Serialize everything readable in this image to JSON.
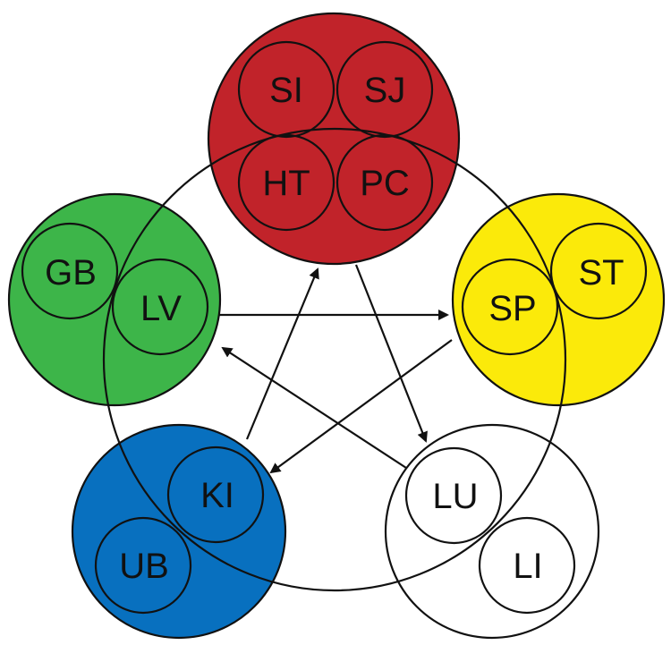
{
  "diagram": {
    "colors": {
      "fire": "#c1232a",
      "earth": "#fbea0a",
      "metal": "#ffffff",
      "water": "#0870bf",
      "wood": "#3db549",
      "stroke": "#111111"
    },
    "groups": {
      "fire": {
        "color_key": "fire",
        "organs": {
          "si": "SI",
          "sj": "SJ",
          "ht": "HT",
          "pc": "PC"
        }
      },
      "earth": {
        "color_key": "earth",
        "organs": {
          "st": "ST",
          "sp": "SP"
        }
      },
      "metal": {
        "color_key": "metal",
        "organs": {
          "lu": "LU",
          "li": "LI"
        }
      },
      "water": {
        "color_key": "water",
        "organs": {
          "ki": "KI",
          "ub": "UB"
        }
      },
      "wood": {
        "color_key": "wood",
        "organs": {
          "gb": "GB",
          "lv": "LV"
        }
      }
    },
    "control_arrows": [
      {
        "from": "wood",
        "to": "earth"
      },
      {
        "from": "earth",
        "to": "water"
      },
      {
        "from": "water",
        "to": "fire"
      },
      {
        "from": "fire",
        "to": "metal"
      },
      {
        "from": "metal",
        "to": "wood"
      }
    ]
  }
}
